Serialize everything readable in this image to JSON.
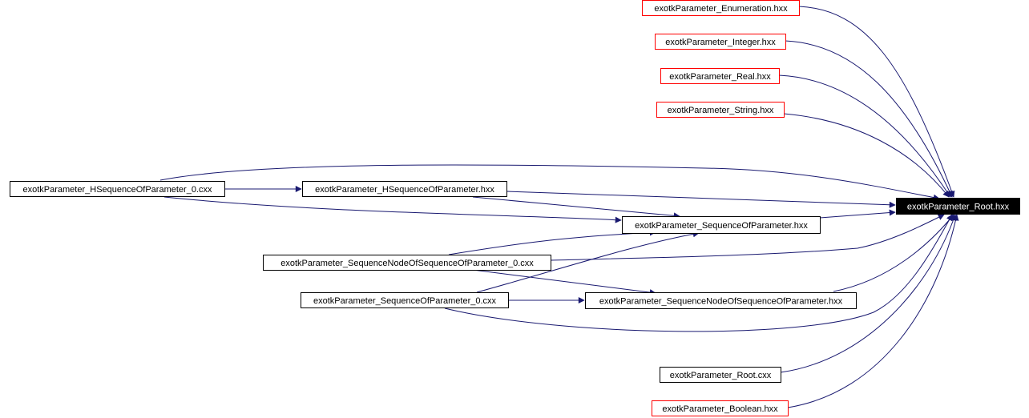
{
  "colors": {
    "edge": "#191970",
    "normal_border": "#000000",
    "red_border": "#ff0000",
    "root_fill": "#000000",
    "root_text": "#ffffff",
    "background": "#ffffff"
  },
  "nodes": [
    {
      "id": "root",
      "label": "exotkParameter_Root.hxx",
      "style": "root"
    },
    {
      "id": "enum",
      "label": "exotkParameter_Enumeration.hxx",
      "style": "red"
    },
    {
      "id": "int",
      "label": "exotkParameter_Integer.hxx",
      "style": "red"
    },
    {
      "id": "real",
      "label": "exotkParameter_Real.hxx",
      "style": "red"
    },
    {
      "id": "str",
      "label": "exotkParameter_String.hxx",
      "style": "red"
    },
    {
      "id": "hseq0",
      "label": "exotkParameter_HSequenceOfParameter_0.cxx",
      "style": "normal"
    },
    {
      "id": "hseq",
      "label": "exotkParameter_HSequenceOfParameter.hxx",
      "style": "normal"
    },
    {
      "id": "seq",
      "label": "exotkParameter_SequenceOfParameter.hxx",
      "style": "normal"
    },
    {
      "id": "snode0",
      "label": "exotkParameter_SequenceNodeOfSequenceOfParameter_0.cxx",
      "style": "normal"
    },
    {
      "id": "seq0",
      "label": "exotkParameter_SequenceOfParameter_0.cxx",
      "style": "normal"
    },
    {
      "id": "snode",
      "label": "exotkParameter_SequenceNodeOfSequenceOfParameter.hxx",
      "style": "normal"
    },
    {
      "id": "rootcxx",
      "label": "exotkParameter_Root.cxx",
      "style": "normal"
    },
    {
      "id": "bool",
      "label": "exotkParameter_Boolean.hxx",
      "style": "red"
    }
  ],
  "edges": [
    {
      "from": "enum",
      "to": "root"
    },
    {
      "from": "int",
      "to": "root"
    },
    {
      "from": "real",
      "to": "root"
    },
    {
      "from": "str",
      "to": "root"
    },
    {
      "from": "hseq0",
      "to": "root"
    },
    {
      "from": "hseq0",
      "to": "hseq"
    },
    {
      "from": "hseq0",
      "to": "seq"
    },
    {
      "from": "hseq",
      "to": "root"
    },
    {
      "from": "hseq",
      "to": "seq"
    },
    {
      "from": "seq",
      "to": "root"
    },
    {
      "from": "snode0",
      "to": "seq"
    },
    {
      "from": "snode0",
      "to": "root"
    },
    {
      "from": "snode0",
      "to": "snode"
    },
    {
      "from": "seq0",
      "to": "seq"
    },
    {
      "from": "seq0",
      "to": "snode"
    },
    {
      "from": "seq0",
      "to": "root"
    },
    {
      "from": "snode",
      "to": "root"
    },
    {
      "from": "rootcxx",
      "to": "root"
    },
    {
      "from": "bool",
      "to": "root"
    }
  ]
}
